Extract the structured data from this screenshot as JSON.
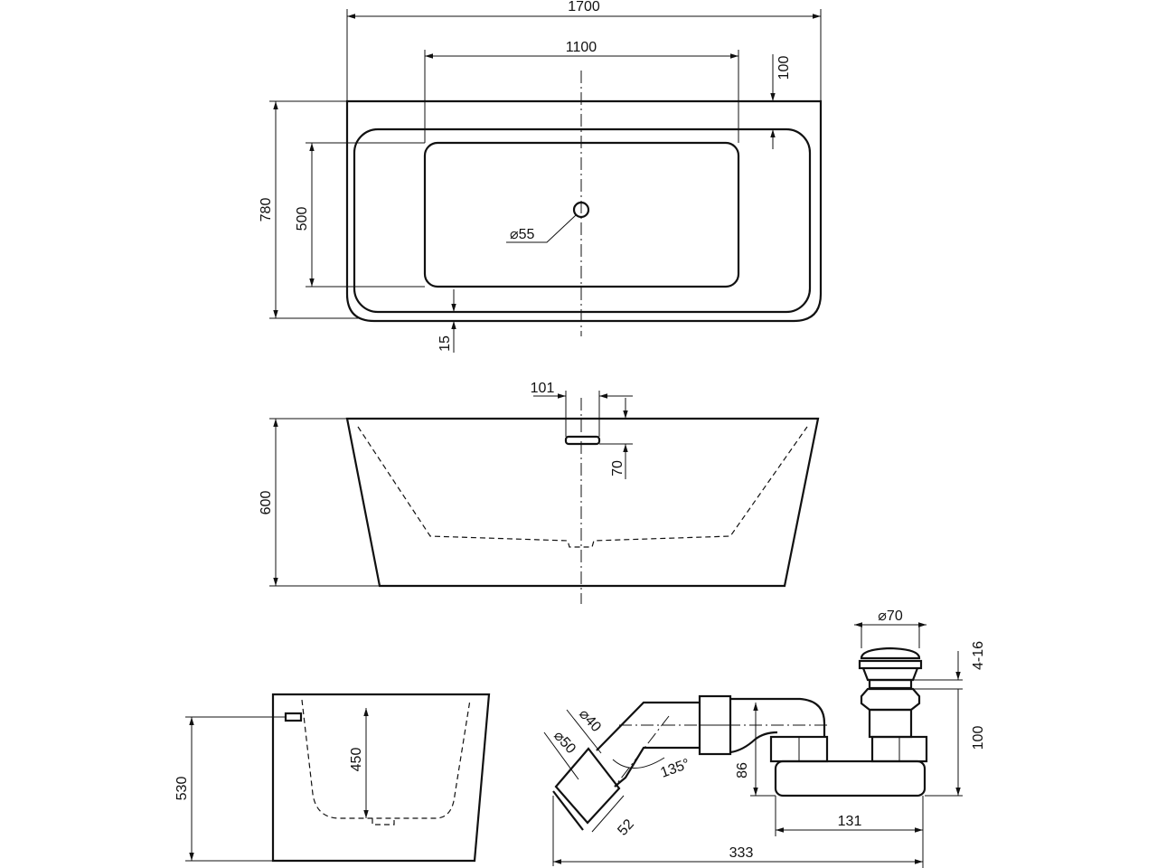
{
  "top_view": {
    "length": "1700",
    "inner_length": "1100",
    "rim": "100",
    "width": "780",
    "inner_width": "500",
    "drain_diameter": "⌀55",
    "wall": "15"
  },
  "front_view": {
    "overflow_offset": "101",
    "overflow_depth": "70",
    "height": "600"
  },
  "end_view": {
    "height": "530",
    "inner_depth": "450"
  },
  "drain_kit": {
    "plug_diameter": "⌀70",
    "plug_lift": "4-16",
    "plug_height": "100",
    "pipe_diameter_40": "⌀40",
    "pipe_diameter_50": "⌀50",
    "angle": "135°",
    "trap_height": "86",
    "outlet_length": "52",
    "trap_width": "131",
    "total_length": "333"
  }
}
